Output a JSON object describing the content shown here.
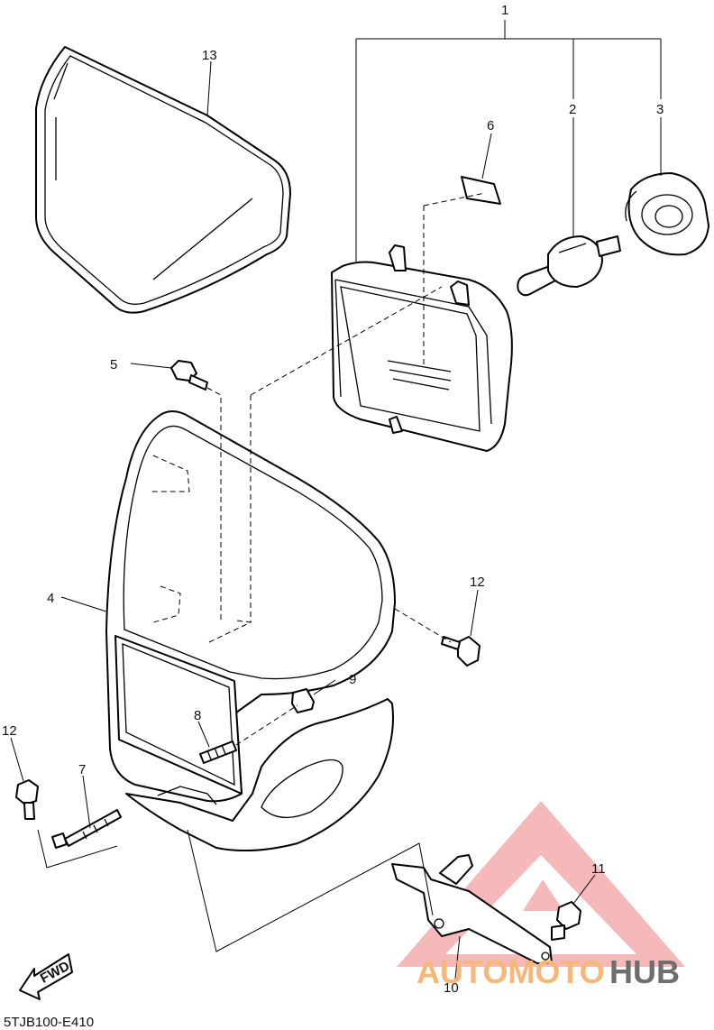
{
  "diagram": {
    "code": "5TJB100-E410",
    "fwd_label": "FWD",
    "callouts": {
      "c1": "1",
      "c2": "2",
      "c3": "3",
      "c4": "4",
      "c5": "5",
      "c6": "6",
      "c7": "7",
      "c8": "8",
      "c9": "9",
      "c10": "10",
      "c11": "11",
      "c12a": "12",
      "c12b": "12",
      "c13": "13"
    }
  },
  "watermark": {
    "part1": "AUTOMOTO",
    "part2": "HUB",
    "colors": {
      "triangle": "#f08080",
      "text_orange": "#f5b87a",
      "text_gray": "#6e6e6e"
    }
  }
}
